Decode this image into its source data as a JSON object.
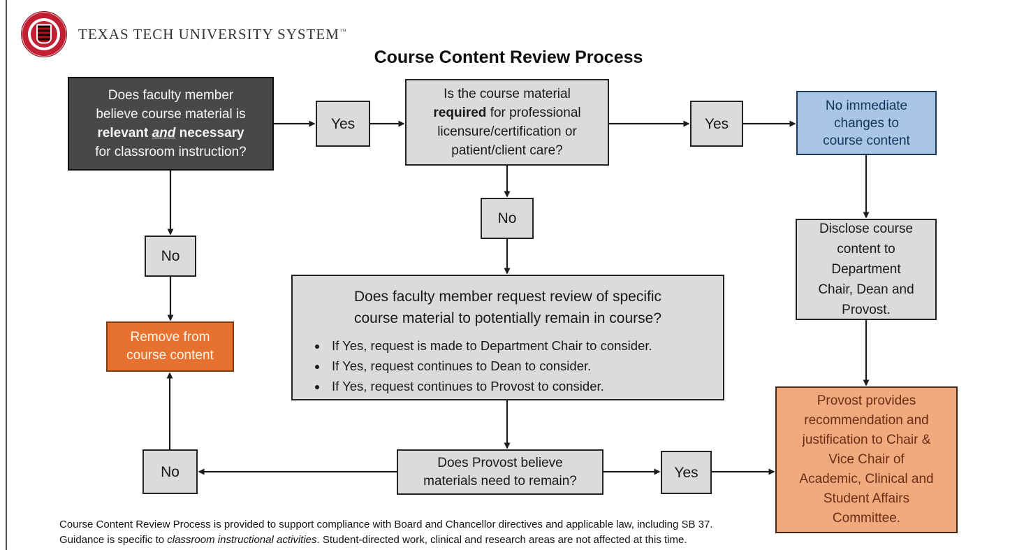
{
  "page": {
    "brand": {
      "name": "TEXAS TECH UNIVERSITY SYSTEM",
      "trademark": "™",
      "seal_icon": "texas-tech-university-system-seal"
    },
    "title": "Course Content Review Process",
    "footer": {
      "line1": "Course Content Review Process is provided to support compliance with Board and Chancellor directives and applicable law, including SB 37.",
      "line2_prefix": "Guidance is specific to ",
      "line2_italic": "classroom instructional activities",
      "line2_suffix": ". Student-directed work, clinical and research areas are not affected at this time."
    }
  },
  "flowchart": {
    "labels": {
      "yes": "Yes",
      "no": "No"
    },
    "nodes": {
      "q_relevant": {
        "line1": "Does faculty member",
        "line2": "believe course material is",
        "line3_bold1": "relevant ",
        "line3_bold_italic_underline": "and",
        "line3_bold2": " necessary",
        "line4": "for classroom instruction?"
      },
      "q_required": {
        "line1": "Is the course material",
        "line2_bold": "required",
        "line2_rest": " for professional",
        "line3": "licensure/certification or",
        "line4": "patient/client care?"
      },
      "no_immediate": {
        "line1": "No immediate",
        "line2": "changes to",
        "line3": "course content"
      },
      "disclose": {
        "line1": "Disclose course",
        "line2": "content to",
        "line3": "Department",
        "line4": "Chair, Dean and",
        "line5": "Provost."
      },
      "remove": {
        "line1": "Remove from",
        "line2": "course content"
      },
      "q_review": {
        "heading1": "Does faculty member request review of specific",
        "heading2": "course material to potentially remain in course?",
        "bullets": [
          "If Yes, request is made to Department Chair to consider.",
          "If Yes, request continues to Dean to consider.",
          "If Yes, request continues to Provost to consider."
        ]
      },
      "q_provost": {
        "line1": "Does Provost believe",
        "line2": "materials need to remain?"
      },
      "provost_recommendation": {
        "line1": "Provost provides",
        "line2": "recommendation and",
        "line3": "justification to Chair &",
        "line4": "Vice Chair of",
        "line5": "Academic, Clinical and",
        "line6": "Student Affairs",
        "line7": "Committee."
      }
    },
    "colors": {
      "dark_box_fill": "#484848",
      "gray_box_fill": "#dbdbdb",
      "blue_box_fill": "#a9c6e4",
      "blue_box_border": "#1c3a5e",
      "orange_box_fill": "#e7722f",
      "orange_box_border": "#7e3a10",
      "peach_box_fill": "#f1aa7d",
      "peach_text": "#6a2e14",
      "arrow_color": "#1c1c1c",
      "seal_red": "#c22032"
    }
  }
}
